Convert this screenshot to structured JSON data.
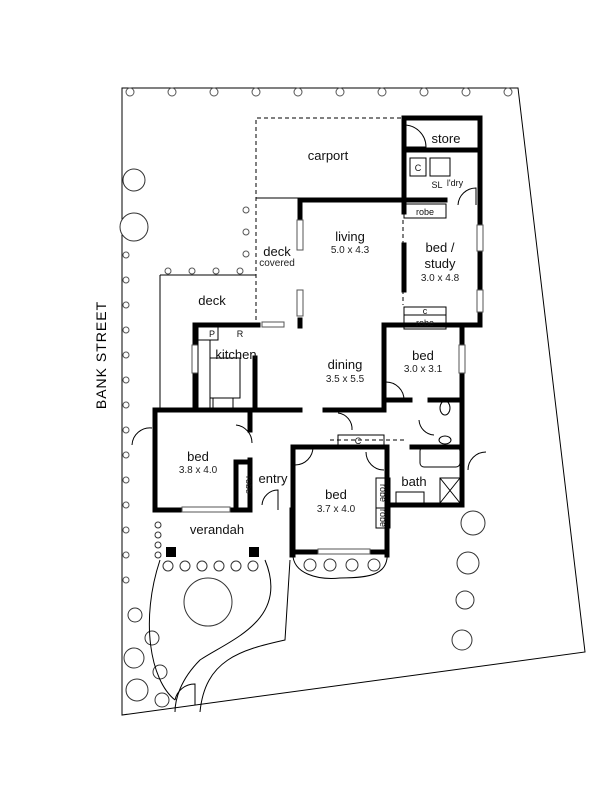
{
  "street": "BANK STREET",
  "rooms": {
    "carport": {
      "name": "carport"
    },
    "store": {
      "name": "store"
    },
    "laundry": {
      "name": "l'dry",
      "cupboard": "C",
      "sink": "SL"
    },
    "living": {
      "name": "living",
      "size": "5.0 x 4.3"
    },
    "bed_study": {
      "name_line1": "bed /",
      "name_line2": "study",
      "size": "3.0 x 4.8",
      "robe": "robe"
    },
    "deck_covered": {
      "name": "deck",
      "sub": "covered"
    },
    "deck": {
      "name": "deck"
    },
    "kitchen": {
      "name": "kitchen",
      "pantry": "P",
      "fridge": "R"
    },
    "dining": {
      "name": "dining",
      "size": "3.5 x 5.5"
    },
    "bed2": {
      "name": "bed",
      "size": "3.0 x 3.1",
      "robe": "robe",
      "cupboard": "c"
    },
    "bed1": {
      "name": "bed",
      "size": "3.8 x 4.0",
      "robe": "robe"
    },
    "entry": {
      "name": "entry"
    },
    "hall": {
      "cupboard": "C"
    },
    "bed3": {
      "name": "bed",
      "size": "3.7 x 4.0",
      "robe1": "robe",
      "robe2": "robe"
    },
    "bath": {
      "name": "bath"
    },
    "verandah": {
      "name": "verandah"
    }
  }
}
